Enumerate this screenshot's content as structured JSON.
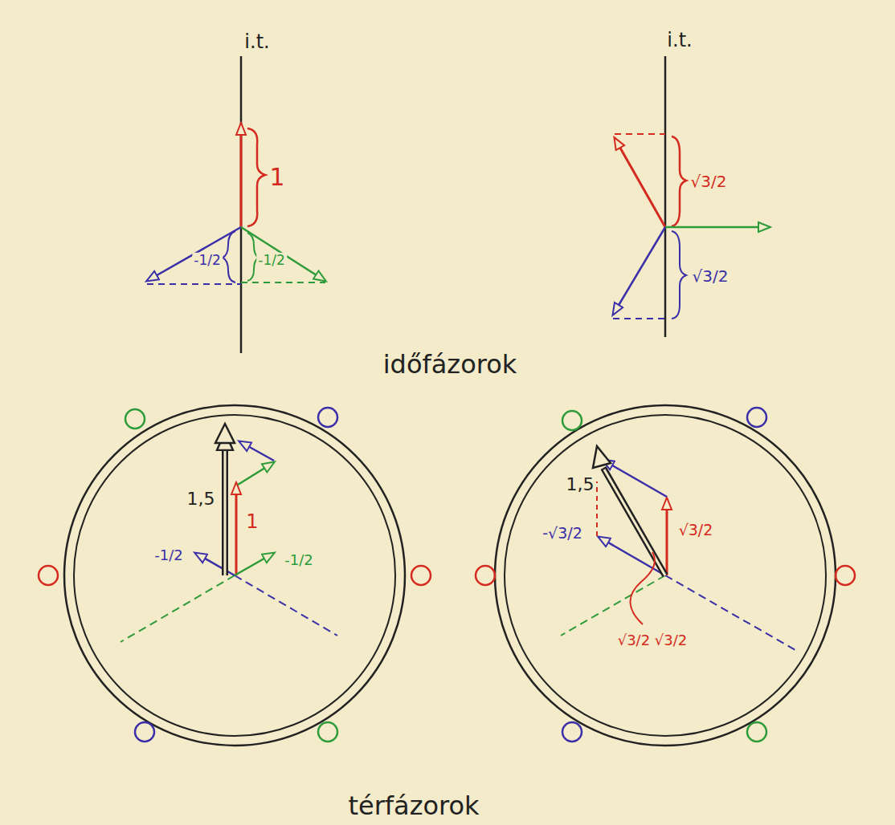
{
  "diagram": {
    "labels": [
      "i.t.",
      "1",
      "-1/2",
      "-1/2",
      "i.t.",
      "√3/2",
      "√3/2",
      "időfázorok",
      "1,5",
      "1",
      "-1/2",
      "-1/2",
      "1,5",
      "√3/2",
      "-√3/2",
      "√3/2 √3/2",
      "térfázorok"
    ]
  }
}
